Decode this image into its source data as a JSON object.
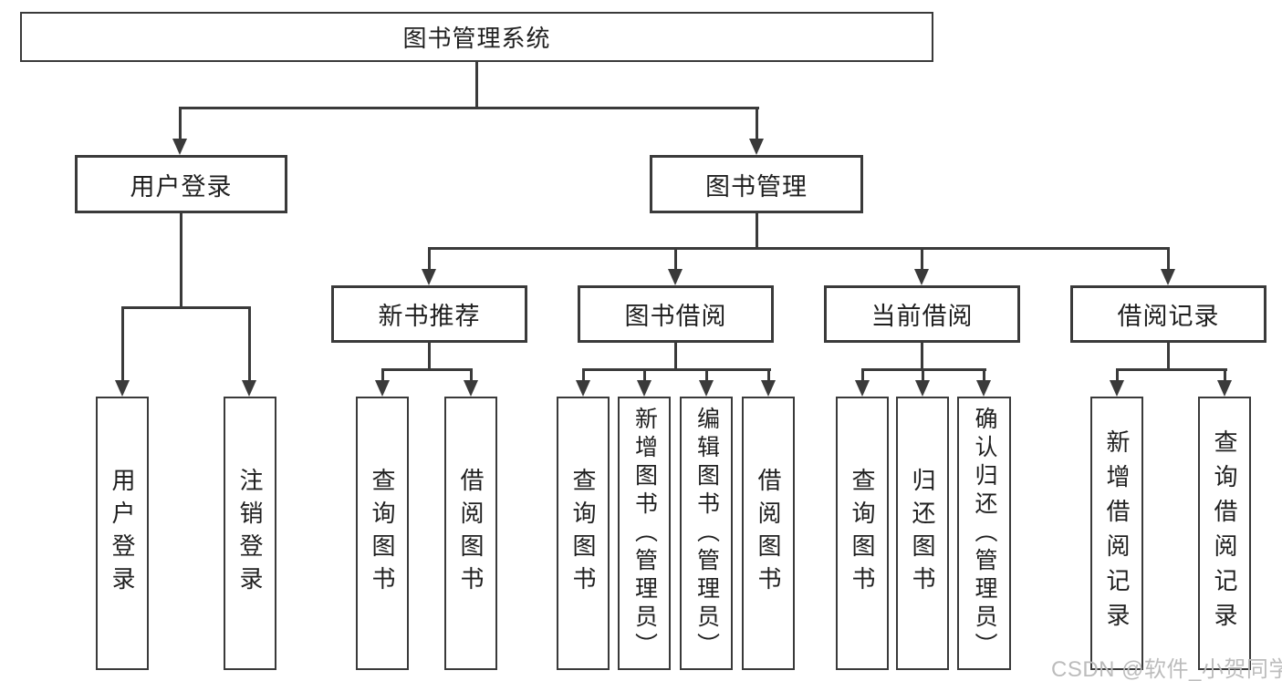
{
  "colors": {
    "line": "#3a3a3a",
    "text": "#1f1f1f",
    "box_fill": "#ffffff",
    "background": "#ffffff",
    "watermark_color": "#bcbcbc"
  },
  "watermark": "CSDN @软件_小贺同学",
  "tree": {
    "root": {
      "label": "图书管理系统"
    },
    "branches": [
      {
        "label": "用户登录",
        "children": [
          {
            "label": "用户登录"
          },
          {
            "label": "注销登录"
          }
        ]
      },
      {
        "label": "图书管理",
        "children": [
          {
            "label": "新书推荐",
            "children": [
              {
                "label": "查询图书"
              },
              {
                "label": "借阅图书"
              }
            ]
          },
          {
            "label": "图书借阅",
            "children": [
              {
                "label": "查询图书"
              },
              {
                "label": "新增图书（管理员）"
              },
              {
                "label": "编辑图书（管理员）"
              },
              {
                "label": "借阅图书"
              }
            ]
          },
          {
            "label": "当前借阅",
            "children": [
              {
                "label": "查询图书"
              },
              {
                "label": "归还图书"
              },
              {
                "label": "确认归还（管理员）"
              }
            ]
          },
          {
            "label": "借阅记录",
            "children": [
              {
                "label": "新增借阅记录"
              },
              {
                "label": "查询借阅记录"
              }
            ]
          }
        ]
      }
    ]
  }
}
